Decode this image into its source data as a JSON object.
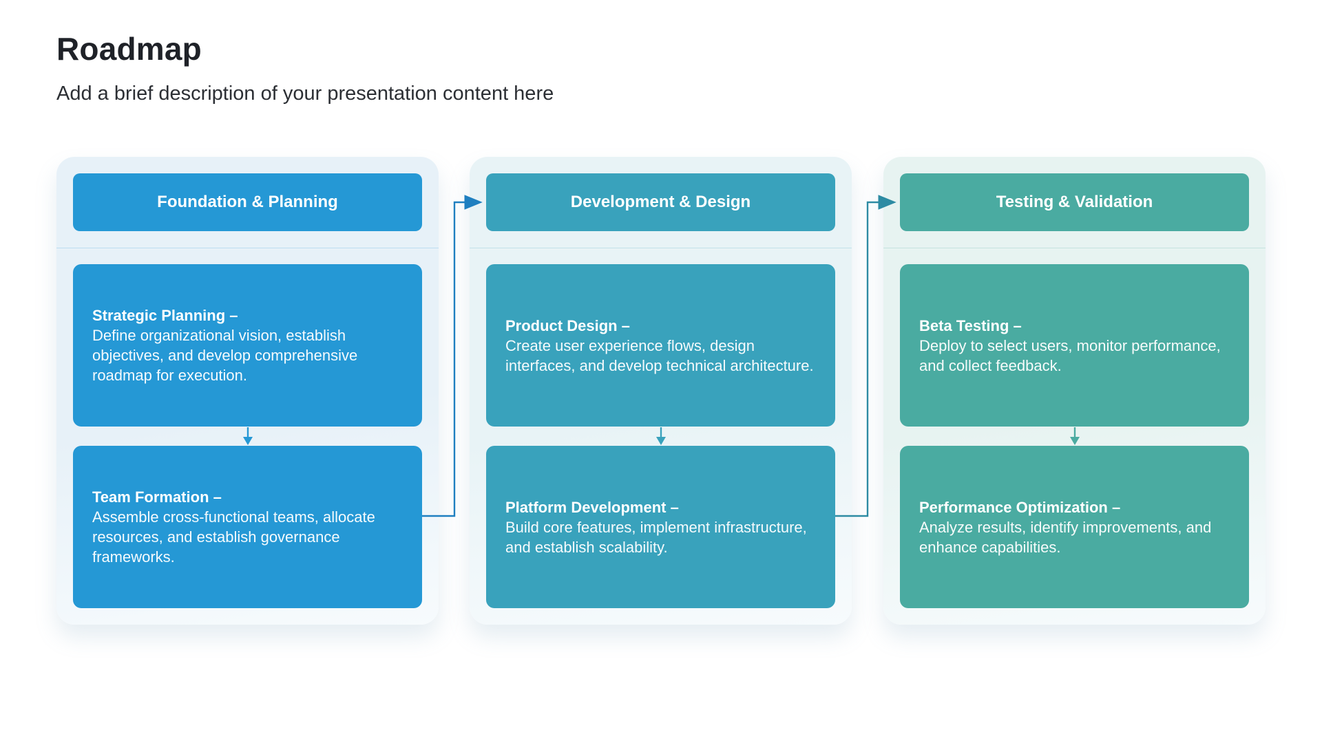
{
  "page": {
    "title": "Roadmap",
    "subtitle": "Add a brief description of your presentation content here"
  },
  "columns": [
    {
      "header": "Foundation & Planning",
      "accent": "#2598d5",
      "tint": "#e7f1f8",
      "cards": [
        {
          "title": "Strategic Planning –",
          "body": "Define organizational vision, establish objectives, and develop comprehensive roadmap for execution."
        },
        {
          "title": "Team Formation –",
          "body": "Assemble cross-functional teams, allocate resources, and establish governance frameworks."
        }
      ]
    },
    {
      "header": "Development & Design",
      "accent": "#39a2bc",
      "tint": "#e8f3f6",
      "cards": [
        {
          "title": "Product Design –",
          "body": "Create user experience flows, design interfaces, and develop technical architecture."
        },
        {
          "title": "Platform Development –",
          "body": "Build core features, implement infrastructure, and establish scalability."
        }
      ]
    },
    {
      "header": "Testing & Validation",
      "accent": "#4aaba1",
      "tint": "#e7f3f1",
      "cards": [
        {
          "title": "Beta Testing –",
          "body": "Deploy to select users, monitor performance, and collect feedback."
        },
        {
          "title": "Performance Optimization –",
          "body": "Analyze results, identify improvements, and enhance capabilities."
        }
      ]
    }
  ],
  "icons": {
    "down_arrow": "arrow-down-icon",
    "elbow_arrow": "arrow-right-elbow-icon"
  },
  "connectors": [
    {
      "from": "team-formation",
      "to": "development-design-header",
      "color": "#1f7fc0"
    },
    {
      "from": "platform-development",
      "to": "testing-validation-header",
      "color": "#2d8ba3"
    }
  ]
}
